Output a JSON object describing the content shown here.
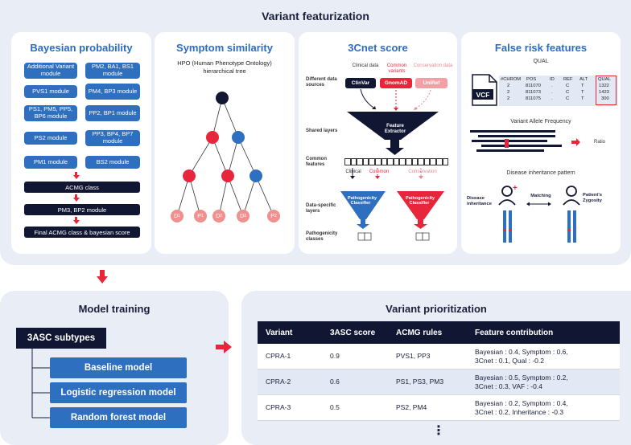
{
  "title": "Variant featurization",
  "bayes": {
    "title": "Bayesian probability",
    "modules_left": [
      "Additional Variant module",
      "PVS1 module",
      "PS1, PM5, PP5, BP6 module",
      "PS2 module",
      "PM1 module"
    ],
    "modules_right": [
      "PM2, BA1, BS1 module",
      "PM4, BP3 module",
      "PP2, BP1 module",
      "PP3, BP4, BP7 module",
      "BS2 module"
    ],
    "acmg_class": "ACMG class",
    "pm3": "PM3, BP2 module",
    "final": "Final ACMG class & bayesian score"
  },
  "symptom": {
    "title": "Symptom similarity",
    "subtitle_line1": "HPO (Human Phenotype Ontology)",
    "subtitle_line2": "hierarchical tree",
    "leaves": [
      "D",
      "P",
      "D",
      "D",
      "P"
    ],
    "leaf_subs": [
      "1",
      "1",
      "2",
      "3",
      "2"
    ]
  },
  "cnet": {
    "title": "3Cnet score",
    "row_labels": {
      "sources": "Different data sources",
      "shared": "Shared layers",
      "common": "Common features",
      "specific": "Data-specific layers",
      "classes": "Pathogenicity classes"
    },
    "source_headers": [
      "Clinical data",
      "Common variants",
      "Conservation data"
    ],
    "sources": [
      "ClinVar",
      "GnomAD",
      "UniRef"
    ],
    "extractor": "Feature Extractor",
    "branch_labels": [
      "Clinical",
      "Common",
      "Conservation"
    ],
    "classifier": "Pathogenicity Classifier",
    "colors": {
      "dark": "#111733",
      "red": "#e8263b",
      "pink": "#f2a0a6",
      "blue": "#2f6fbf"
    }
  },
  "false_risk": {
    "title": "False risk features",
    "qual_title": "QUAL",
    "vcf_label": "VCF",
    "table_headers": [
      "#CHROM",
      "POS",
      "ID",
      "REF",
      "ALT",
      "QUAL"
    ],
    "table_rows": [
      [
        "2",
        "811070",
        ".",
        "C",
        "T",
        "1322"
      ],
      [
        "2",
        "811073",
        ".",
        "C",
        "T",
        "1423"
      ],
      [
        "2",
        "811075",
        ".",
        "C",
        "T",
        "300"
      ]
    ],
    "vaf_title": "Variant Allele Frequency",
    "ratio_label": "Ratio",
    "inheritance_title": "Disease inheritance pattern",
    "disease_label": "Disease inheritance",
    "matching_label": "Matching",
    "zygosity_label": "Patient's Zygosity"
  },
  "training": {
    "title": "Model training",
    "root": "3ASC subtypes",
    "models": [
      "Baseline model",
      "Logistic regression model",
      "Random forest model"
    ]
  },
  "prioritization": {
    "title": "Variant prioritization",
    "headers": [
      "Variant",
      "3ASC score",
      "ACMG rules",
      "Feature contribution"
    ],
    "rows": [
      {
        "variant": "CPRA-1",
        "score": "0.9",
        "rules": "PVS1, PP3",
        "contrib_l1": "Bayesian : 0.4, Symptom : 0.6,",
        "contrib_l2": "3Cnet : 0.1, Qual : -0.2"
      },
      {
        "variant": "CPRA-2",
        "score": "0.6",
        "rules": "PS1, PS3, PM3",
        "contrib_l1": "Bayesian : 0.5, Symptom : 0.2,",
        "contrib_l2": "3Cnet : 0.3, VAF : -0.4"
      },
      {
        "variant": "CPRA-3",
        "score": "0.5",
        "rules": "PS2, PM4",
        "contrib_l1": "Bayesian : 0.2, Symptom : 0.4,",
        "contrib_l2": "3Cnet : 0.2, Inheritance : -0.3"
      }
    ],
    "more": "⋮"
  }
}
